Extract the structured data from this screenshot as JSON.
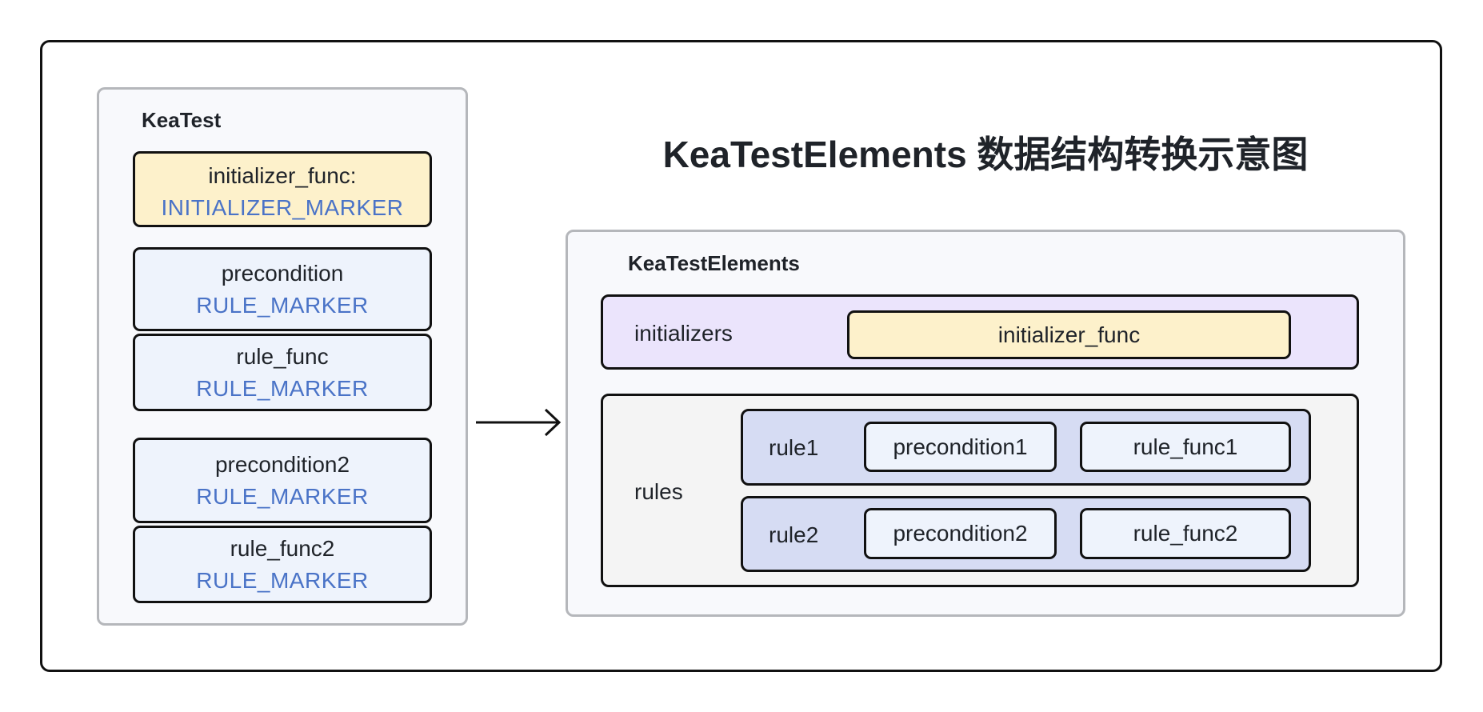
{
  "title": "KeaTestElements 数据结构转换示意图",
  "keatest": {
    "label": "KeaTest",
    "items": [
      {
        "name": "initializer_func:",
        "marker": "INITIALIZER_MARKER"
      },
      {
        "name": "precondition",
        "marker": "RULE_MARKER"
      },
      {
        "name": "rule_func",
        "marker": "RULE_MARKER"
      },
      {
        "name": "precondition2",
        "marker": "RULE_MARKER"
      },
      {
        "name": "rule_func2",
        "marker": "RULE_MARKER"
      }
    ]
  },
  "elements": {
    "label": "KeaTestElements",
    "initializers": {
      "label": "initializers",
      "items": [
        "initializer_func"
      ]
    },
    "rules": {
      "label": "rules",
      "items": [
        {
          "label": "rule1",
          "precondition": "precondition1",
          "rule_func": "rule_func1"
        },
        {
          "label": "rule2",
          "precondition": "precondition2",
          "rule_func": "rule_func2"
        }
      ]
    }
  },
  "arrow": {
    "icon": "right-arrow-icon"
  },
  "colors": {
    "marker_blue": "#4a73c7",
    "initializer_fill": "#fdf1cb",
    "rule_item_fill": "#eef3fc",
    "initializers_fill": "#ebe4fc",
    "rules_fill": "#f4f4f4",
    "rule_fill": "#d6dcf3"
  }
}
